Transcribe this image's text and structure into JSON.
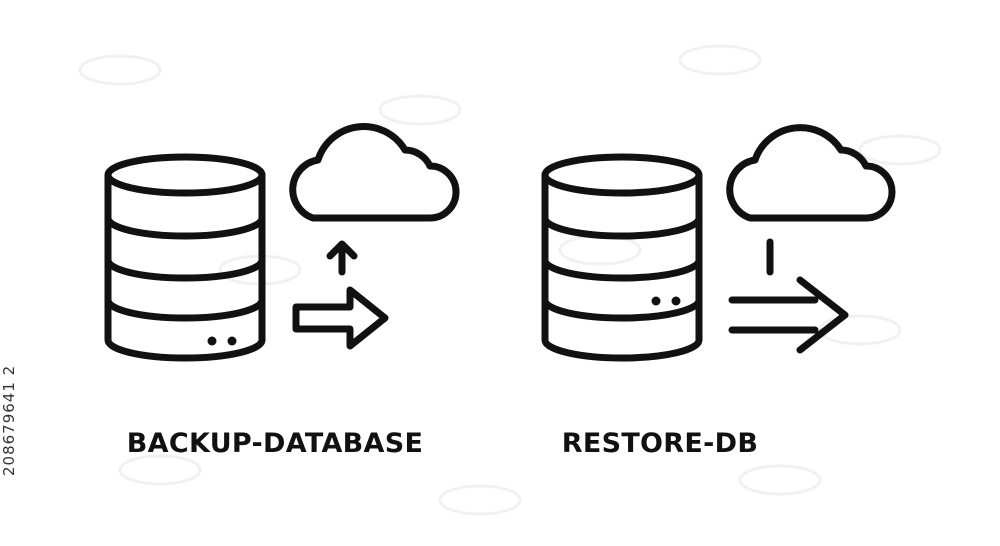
{
  "colors": {
    "stroke": "#111111",
    "background": "#ffffff",
    "watermark": "#f3f3f3"
  },
  "icons": [
    {
      "name": "backup-database-icon",
      "label": "BACKUP-DATABASE"
    },
    {
      "name": "restore-db-icon",
      "label": "RESTORE-DB"
    }
  ],
  "side_id": "208679641 2"
}
